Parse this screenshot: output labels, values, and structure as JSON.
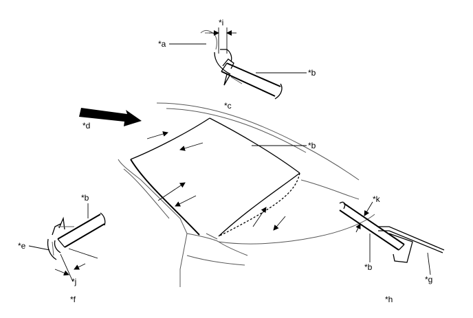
{
  "labels": {
    "a": "*a",
    "b": "*b",
    "c": "*c",
    "d": "*d",
    "e": "*e",
    "f": "*f",
    "g": "*g",
    "h": "*h",
    "i": "*i",
    "j": "*j",
    "k": "*k"
  }
}
